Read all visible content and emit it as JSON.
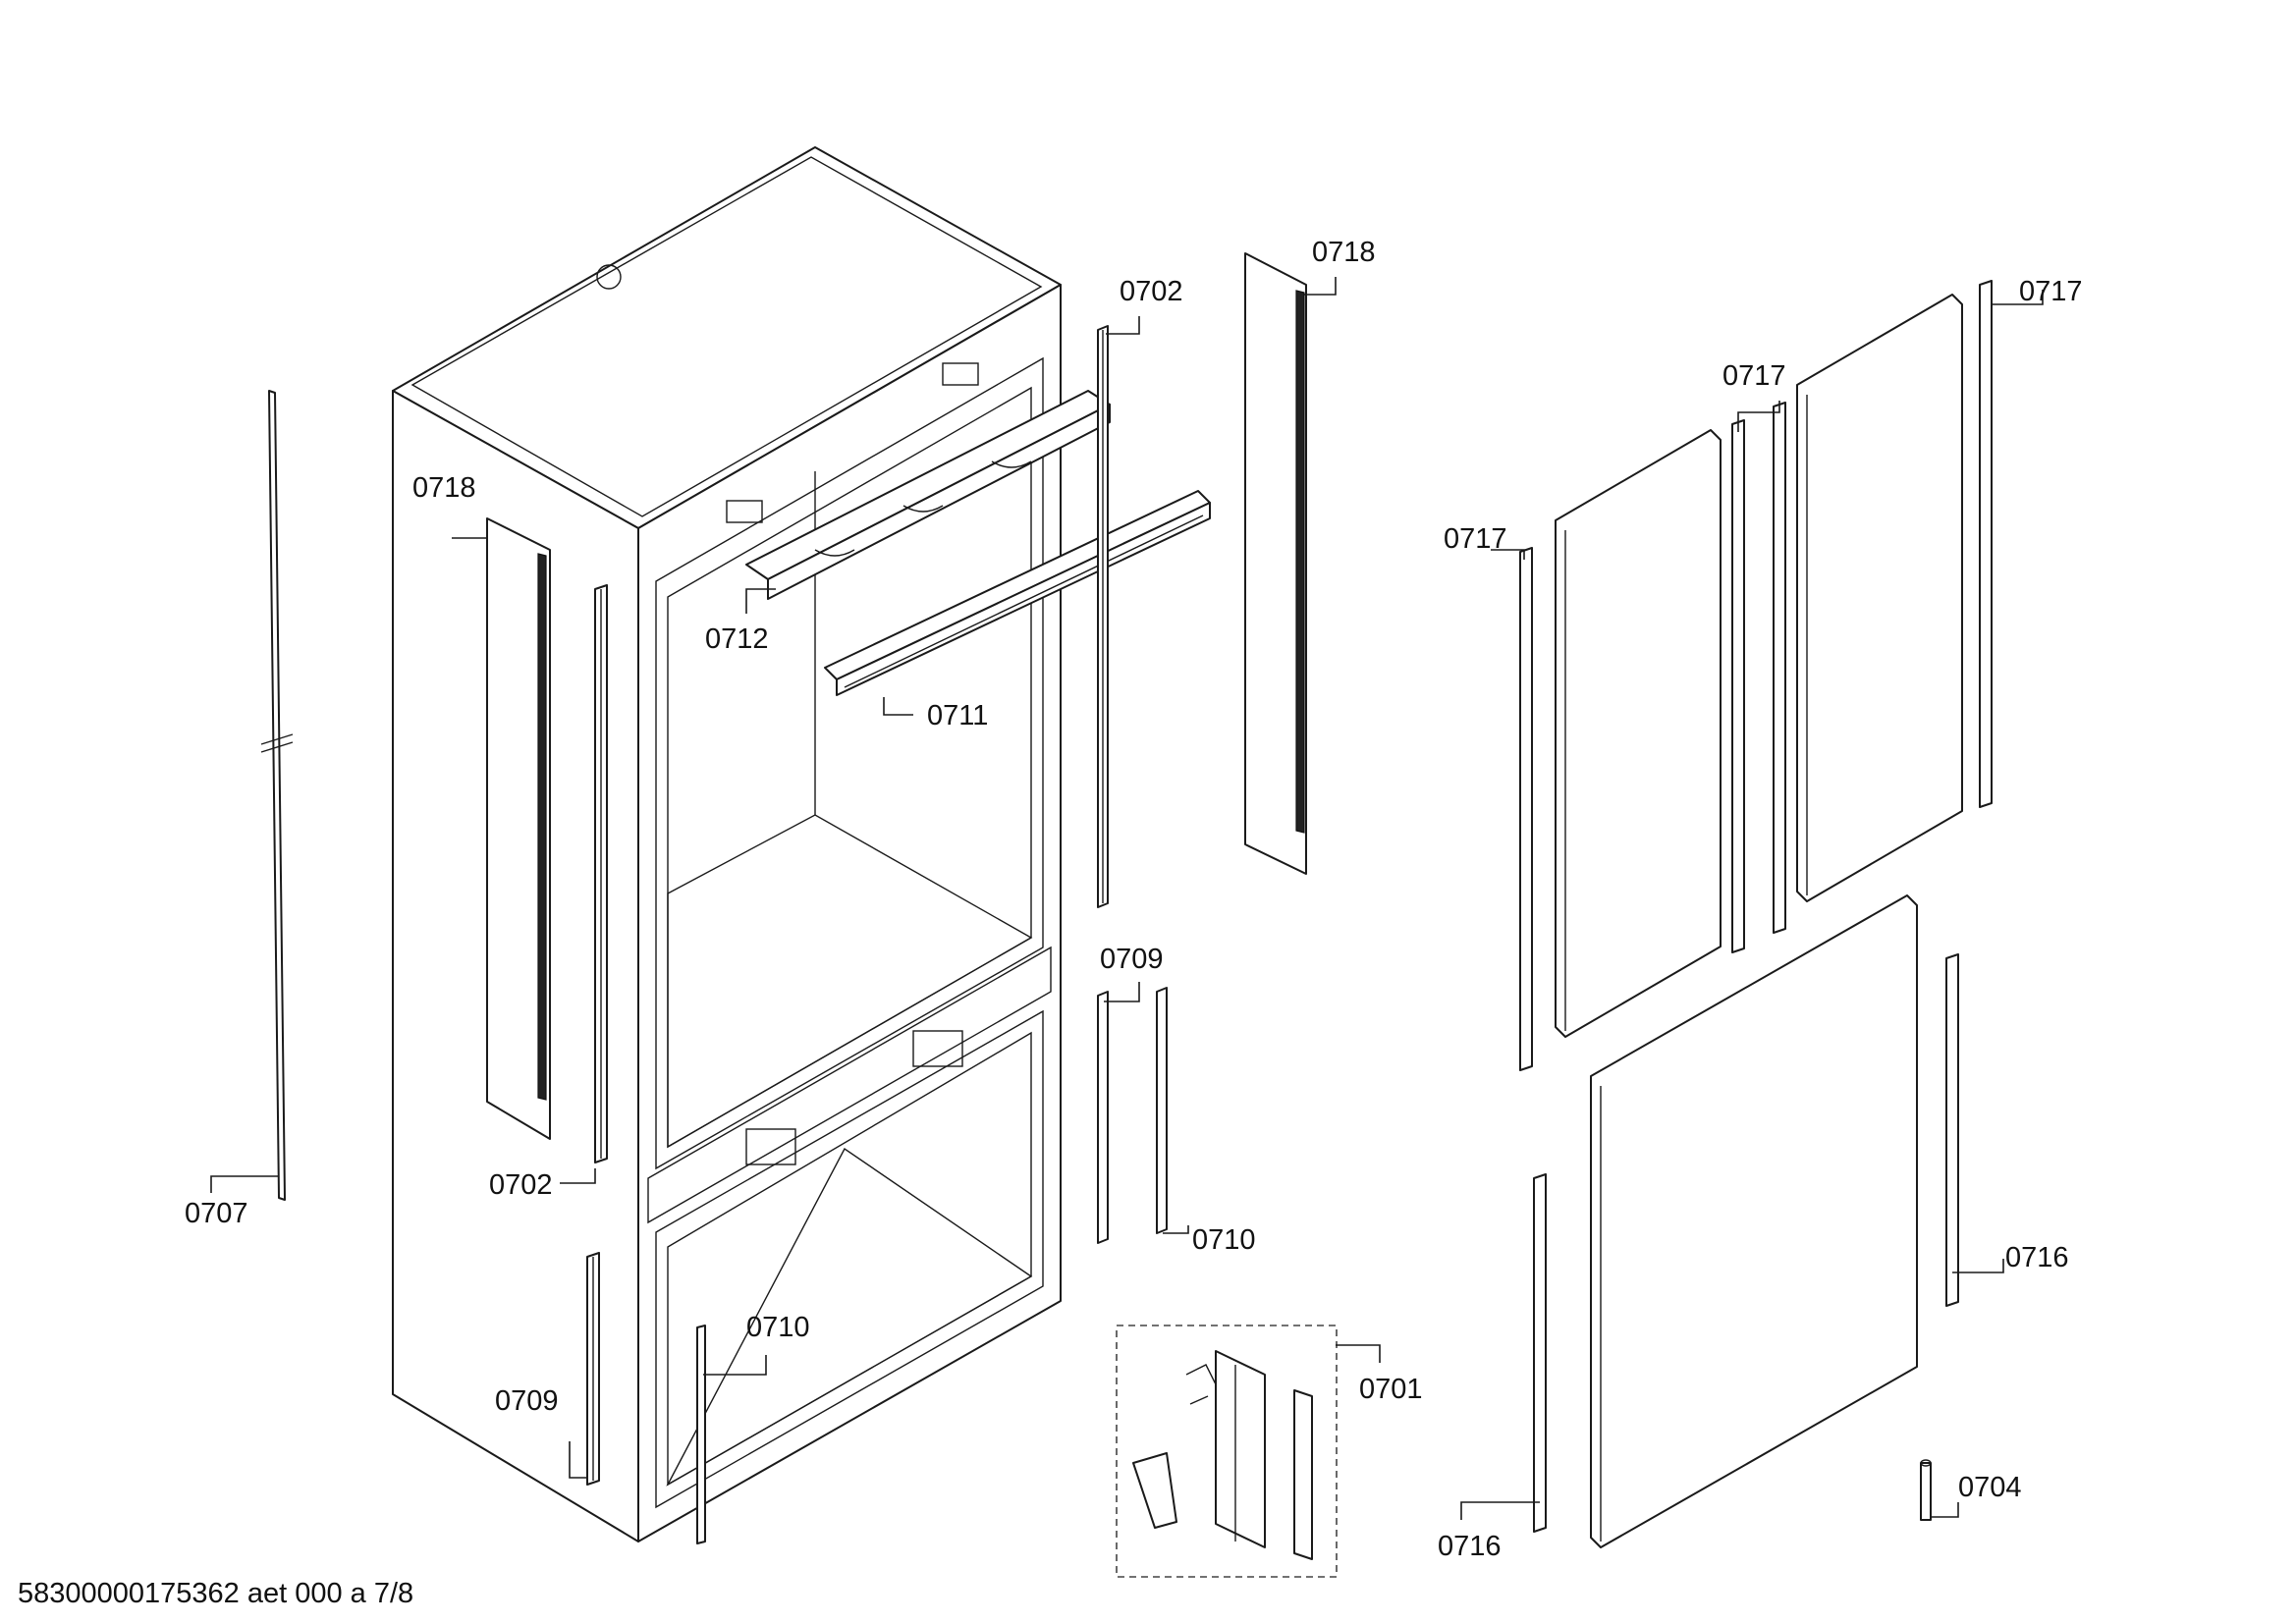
{
  "callouts": {
    "c0701": "0701",
    "c0702a": "0702",
    "c0702b": "0702",
    "c0704": "0704",
    "c0707": "0707",
    "c0709a": "0709",
    "c0709b": "0709",
    "c0710a": "0710",
    "c0710b": "0710",
    "c0711": "0711",
    "c0712": "0712",
    "c0716a": "0716",
    "c0716b": "0716",
    "c0717a": "0717",
    "c0717b": "0717",
    "c0717c": "0717",
    "c0718a": "0718",
    "c0718b": "0718"
  },
  "footer": {
    "document_id": "58300000175362 aet 000 a 7/8"
  },
  "colors": {
    "line": "#1a1a1a",
    "background": "#ffffff"
  }
}
